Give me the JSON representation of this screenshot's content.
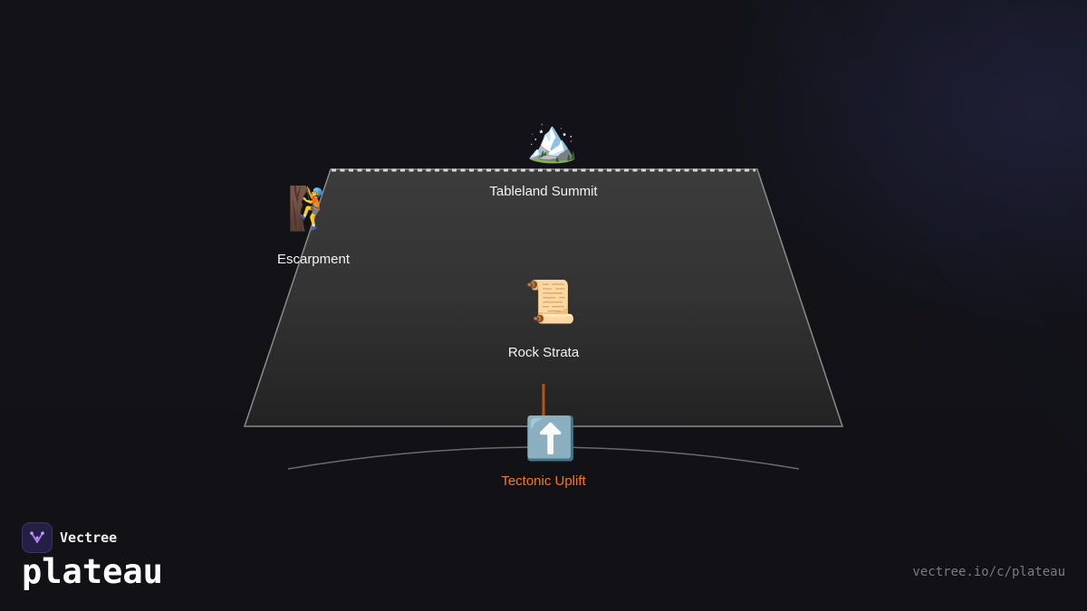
{
  "diagram": {
    "nodes": {
      "summit": {
        "label": "Tableland Summit",
        "icon": "snow-capped-mountain-icon",
        "glyph": "🏔️"
      },
      "escarpment": {
        "label": "Escarpment",
        "icon": "person-climbing-icon",
        "glyph": "🧗"
      },
      "strata": {
        "label": "Rock Strata",
        "icon": "scroll-icon",
        "glyph": "📜"
      },
      "uplift": {
        "label": "Tectonic Uplift",
        "icon": "up-arrow-icon",
        "glyph": "⬆️"
      }
    },
    "colors": {
      "accent": "#f27a1a",
      "connector": "#b5541a",
      "plateau_top": "#3a3a3a",
      "plateau_bottom": "#232323",
      "outline": "#8a8a8a"
    }
  },
  "branding": {
    "company": "Vectree",
    "title": "plateau",
    "url": "vectree.io/c/plateau"
  }
}
